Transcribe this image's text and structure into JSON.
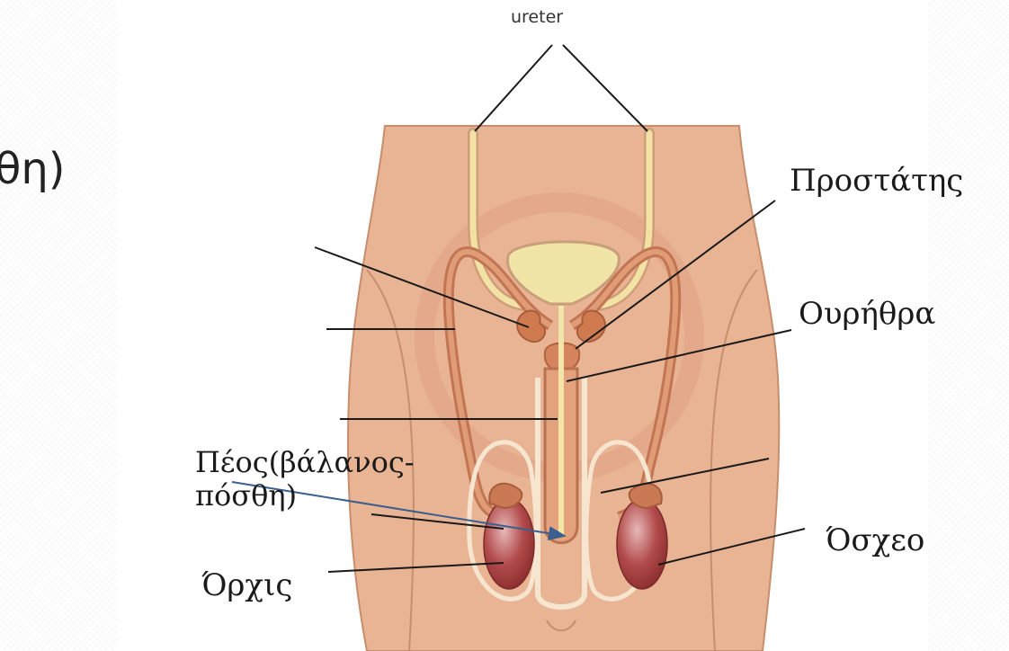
{
  "slide_fragment": "θη)",
  "labels": {
    "ureter": "ureter",
    "prostate": "Προστάτης",
    "urethra": "Ουρήθρα",
    "penis_line1": "Πέος(βάλανος-",
    "penis_line2": "πόσθη)",
    "scrotum": "Όσχεο",
    "testis": "Όρχις"
  },
  "colors": {
    "skin": "#e9b494",
    "skin_outline": "#c78e6d",
    "organ_tube": "#d9916d",
    "bladder": "#f1e4a7",
    "testis": "#a63b3b",
    "arrow": "#3a5f8f"
  }
}
